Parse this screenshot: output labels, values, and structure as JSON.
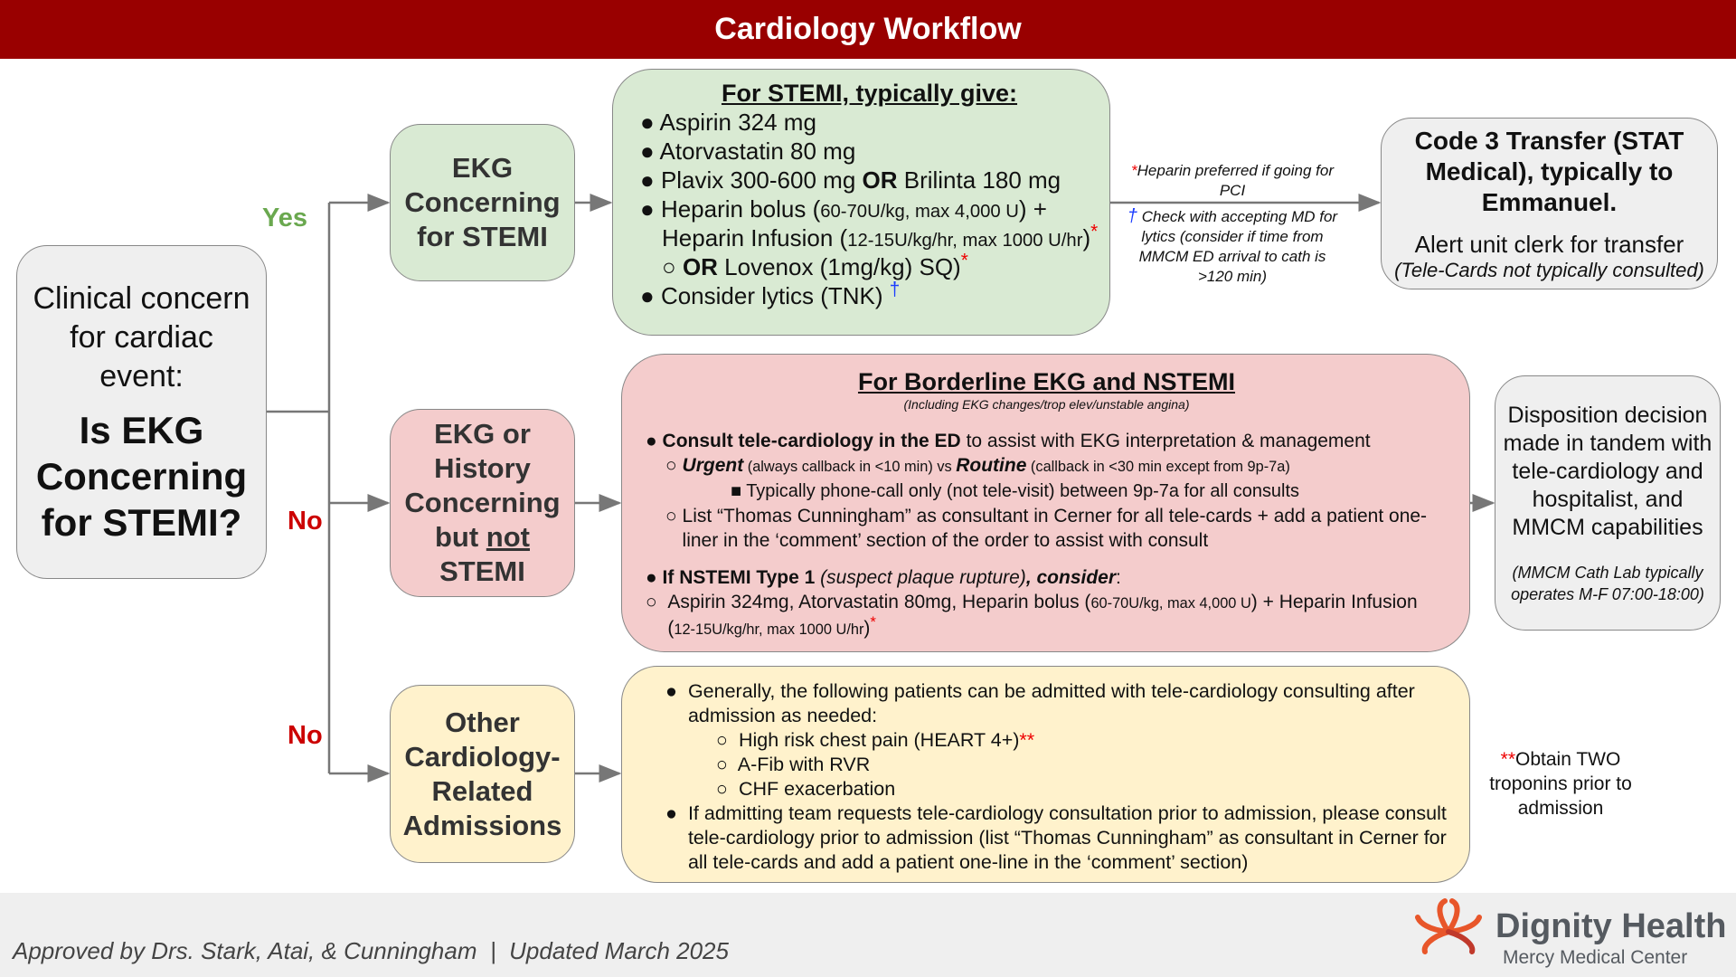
{
  "header": {
    "title": "Cardiology Workflow"
  },
  "start": {
    "line1": "Clinical concern for cardiac event:",
    "question": "Is EKG Concerning for STEMI?"
  },
  "branch_labels": {
    "yes": "Yes",
    "no1": "No",
    "no2": "No"
  },
  "boxes": {
    "stemi": "EKG Concerning for STEMI",
    "borderline": {
      "pre": "EKG or History Concerning but ",
      "not": "not",
      "post": " STEMI"
    },
    "other": "Other Cardiology-Related Admissions"
  },
  "stemi_panel": {
    "title": "For STEMI, typically give:",
    "items": [
      "Aspirin 324 mg",
      "Atorvastatin 80 mg"
    ],
    "plavix": {
      "a": "Plavix 300-600 mg ",
      "or": "OR",
      "b": " Brilinta 180 mg"
    },
    "heparin": {
      "a": "Heparin bolus (",
      "a_small": "60-70U/kg, max 4,000 U",
      "a_end": ") +",
      "b": "Heparin Infusion (",
      "b_small": "12-15U/kg/hr, max 1000 U/hr",
      "b_end": ")",
      "star": "*"
    },
    "lovenox": {
      "or": "OR",
      "text": " Lovenox (1mg/kg) SQ)",
      "star": "*"
    },
    "lytics": {
      "text": "Consider lytics (TNK) ",
      "dagger": "†"
    }
  },
  "stemi_notes": {
    "star": "*",
    "heparin_note": "Heparin preferred if going for PCI",
    "dagger": "†",
    "lytics_note": "Check with accepting MD for lytics (consider if time from MMCM ED arrival to cath is >120 min)"
  },
  "transfer": {
    "title": "Code 3 Transfer (STAT Medical), typically to Emmanuel.",
    "alert": "Alert unit clerk for transfer",
    "note": "(Tele-Cards not typically consulted)"
  },
  "borderline_panel": {
    "title": "For Borderline EKG and NSTEMI",
    "subtitle": "(Including EKG changes/trop elev/unstable angina)",
    "consult_bold": "Consult tele-cardiology in the ED",
    "consult_rest": " to assist with EKG interpretation & management",
    "urgent": "Urgent",
    "urgent_note": " (always callback in <10 min) vs ",
    "routine": "Routine",
    "routine_note": " (callback in <30 min except from 9p-7a)",
    "phone": "Typically phone-call only (not tele-visit) between 9p-7a for all consults",
    "list": "List “Thomas Cunningham” as consultant in Cerner for all tele-cards + add a patient one-liner in the ‘comment’ section of the order to assist with consult",
    "nstemi_bold": "If NSTEMI Type 1 ",
    "nstemi_ital": "(suspect plaque rupture)",
    "nstemi_end": ", consider",
    "meds_a": "Aspirin 324mg, Atorvastatin 80mg, Heparin bolus (",
    "meds_s1": "60-70U/kg, max 4,000 U",
    "meds_b": ") + Heparin Infusion (",
    "meds_s2": "12-15U/kg/hr, max 1000 U/hr",
    "meds_c": ")",
    "star": "*"
  },
  "disposition": {
    "text": "Disposition decision made in tandem with tele-cardiology and hospitalist, and MMCM capabilities",
    "note": "(MMCM Cath Lab typically operates M-F 07:00-18:00)"
  },
  "other_panel": {
    "intro": "Generally, the following patients can be admitted with tele-cardiology consulting after admission as needed:",
    "items": [
      "High risk chest pain (HEART 4+)",
      "A-Fib with RVR",
      "CHF exacerbation"
    ],
    "stars": "**",
    "request": "If admitting team requests tele-cardiology consultation prior to admission, please consult tele-cardiology prior to admission (list “Thomas Cunningham” as consultant in Cerner for all tele-cards and add a patient one-line in the ‘comment’ section)"
  },
  "troponin_note": {
    "stars": "**",
    "text": "Obtain TWO troponins prior to admission"
  },
  "footer": {
    "approved": "Approved by Drs. Stark, Atai, & Cunningham  |  Updated March 2025",
    "logo_name": "Dignity Health",
    "logo_sub": "Mercy Medical Center"
  },
  "colors": {
    "header": "#990000",
    "yes": "#6aa84f",
    "no": "#cc0000",
    "green": "#d9ead3",
    "pink": "#f4cccc",
    "yellow": "#fff2cc",
    "grey": "#efefef"
  }
}
